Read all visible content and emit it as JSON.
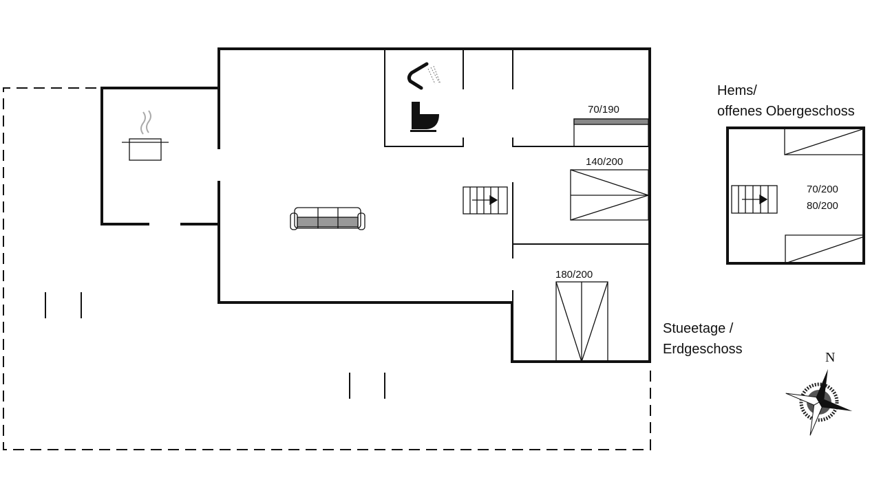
{
  "ground_floor": {
    "label_line1": "Stueetage /",
    "label_line2": "Erdgeschoss",
    "beds": [
      "70/190",
      "140/200",
      "180/200"
    ]
  },
  "loft": {
    "label_line1": "Hems/",
    "label_line2": "offenes Obergeschoss",
    "beds_line1": "70/200",
    "beds_line2": "80/200"
  },
  "compass": {
    "north_label": "N"
  }
}
